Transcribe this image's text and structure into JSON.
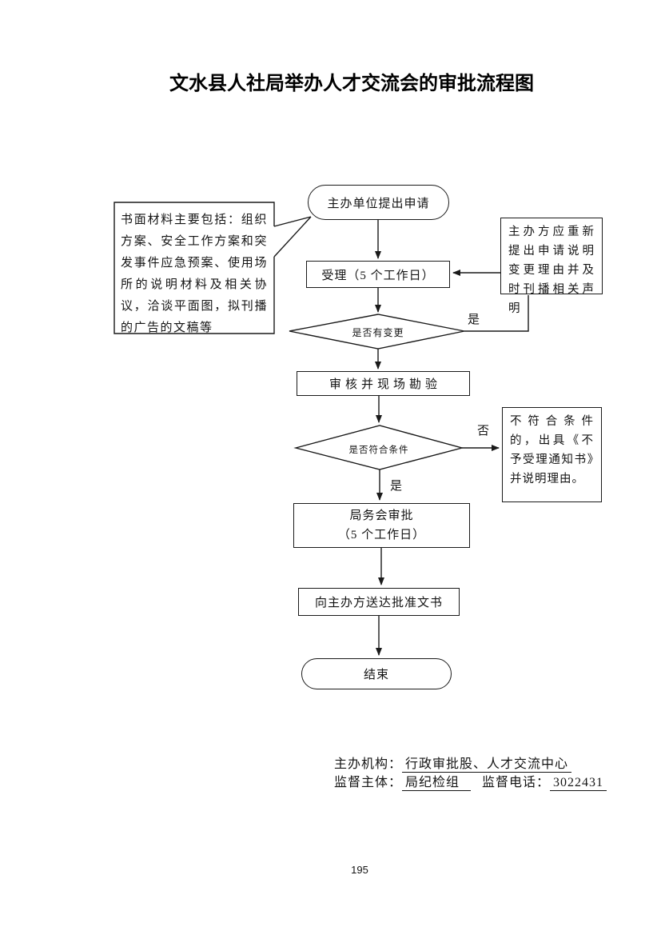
{
  "page": {
    "title": "文水县人社局举办人才交流会的审批流程图",
    "page_number": "195"
  },
  "colors": {
    "ink": "#1a1a1a",
    "background": "#ffffff"
  },
  "flowchart": {
    "start": "主办单位提出申请",
    "materials_note": "书面材料主要包括：组织方案、安全工作方案和突发事件应急预案、使用场所的说明材料及相关协议，洽谈平面图，拟刊播的广告的文稿等",
    "accept": "受理（5 个工作日）",
    "change_note": "主办方应重新提出申请说明变更理由并及时刊播相关声明",
    "decision_change": "是否有变更",
    "label_change_yes": "是",
    "review": "审核并现场勘验",
    "decision_qualify": "是否符合条件",
    "label_qualify_no": "否",
    "reject_note": "不符合条件的，出具《不予受理通知书》并说明理由。",
    "label_qualify_yes": "是",
    "approval_line1": "局务会审批",
    "approval_line2": "（5 个工作日）",
    "deliver": "向主办方送达批准文书",
    "end": "结束"
  },
  "footer": {
    "host_label": "主办机构：",
    "host_value": "行政审批股、人才交流中心",
    "supervisor_label": "监督主体：",
    "supervisor_value": "局纪检组",
    "phone_label": "监督电话：",
    "phone_value": "3022431"
  }
}
